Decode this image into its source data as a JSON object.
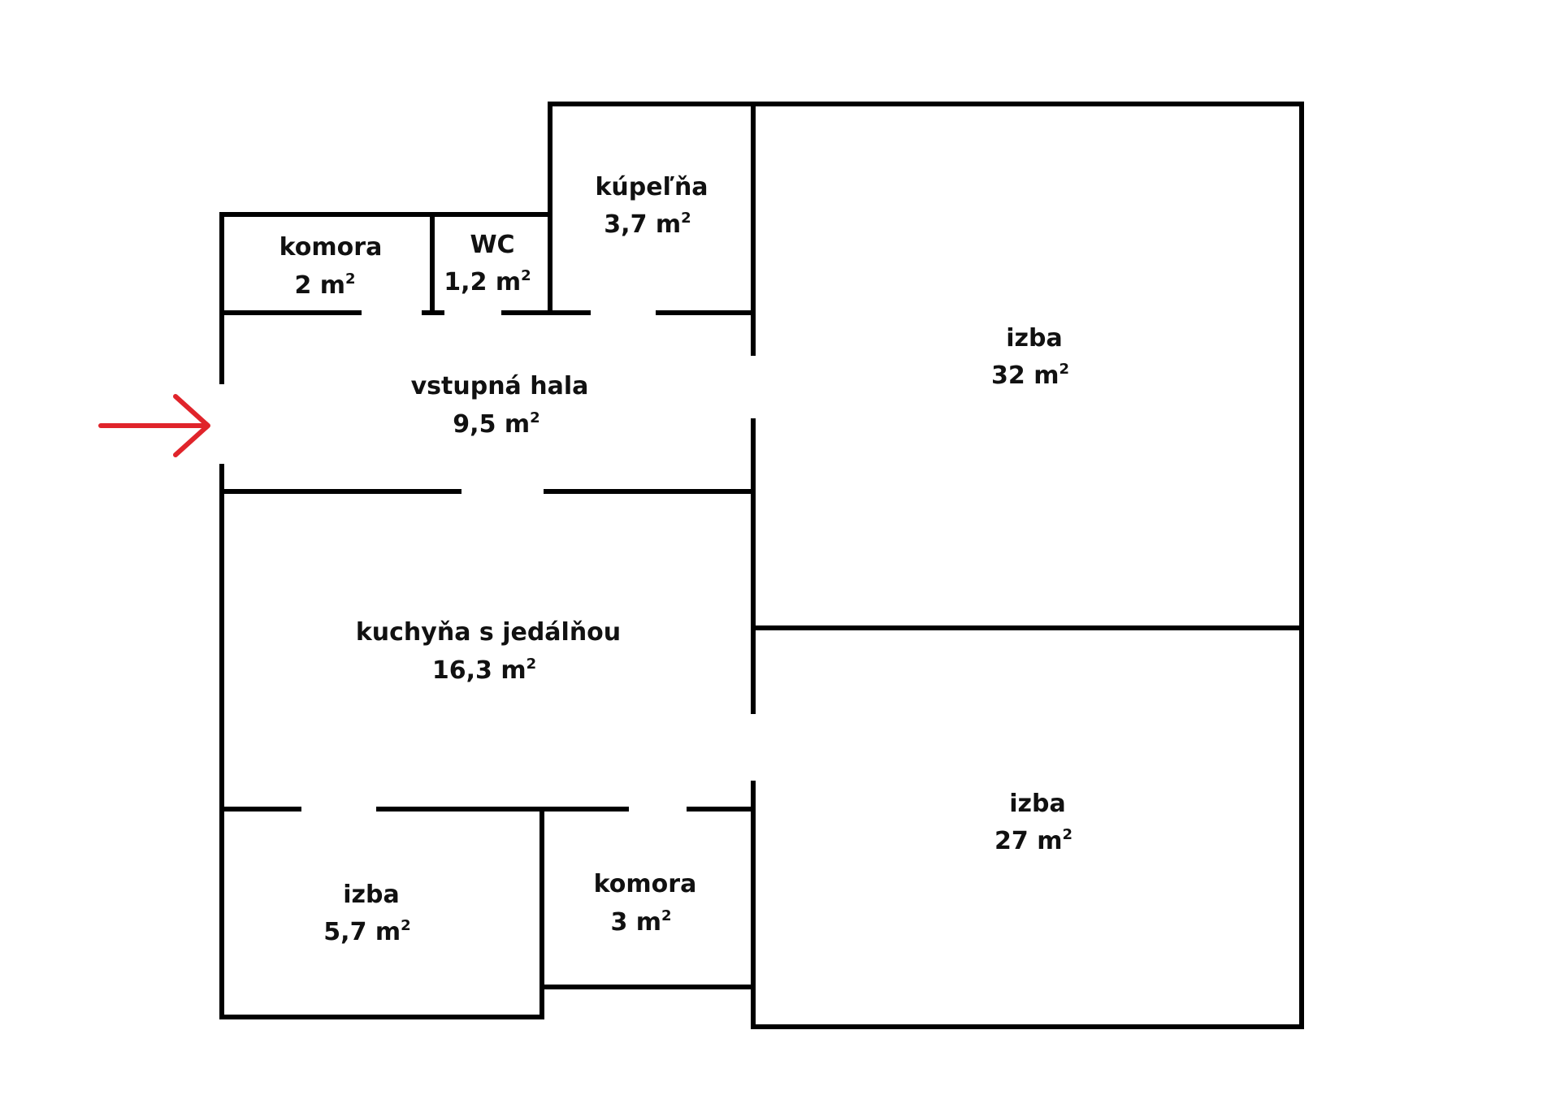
{
  "colors": {
    "walls": "#000000",
    "text": "#111111",
    "entrance_arrow": "#e0242b",
    "background": "#ffffff"
  },
  "entrance_arrow_icon": "arrow-right-icon",
  "rooms": [
    {
      "id": "komora-top",
      "name": "komora",
      "area": "2 m",
      "area_unit_sup": "2"
    },
    {
      "id": "wc",
      "name": "WC",
      "area": "1,2 m",
      "area_unit_sup": "2"
    },
    {
      "id": "kupelna",
      "name": "kúpeľňa",
      "area": "3,7 m",
      "area_unit_sup": "2"
    },
    {
      "id": "izba-32",
      "name": "izba",
      "area": "32 m",
      "area_unit_sup": "2"
    },
    {
      "id": "vstupna-hala",
      "name": "vstupná hala",
      "area": "9,5 m",
      "area_unit_sup": "2"
    },
    {
      "id": "kuchyna",
      "name": "kuchyňa s jedálňou",
      "area": "16,3 m",
      "area_unit_sup": "2"
    },
    {
      "id": "izba-27",
      "name": "izba",
      "area": "27 m",
      "area_unit_sup": "2"
    },
    {
      "id": "izba-57",
      "name": "izba",
      "area": "5,7 m",
      "area_unit_sup": "2"
    },
    {
      "id": "komora-bottom",
      "name": "komora",
      "area": "3 m",
      "area_unit_sup": "2"
    }
  ]
}
